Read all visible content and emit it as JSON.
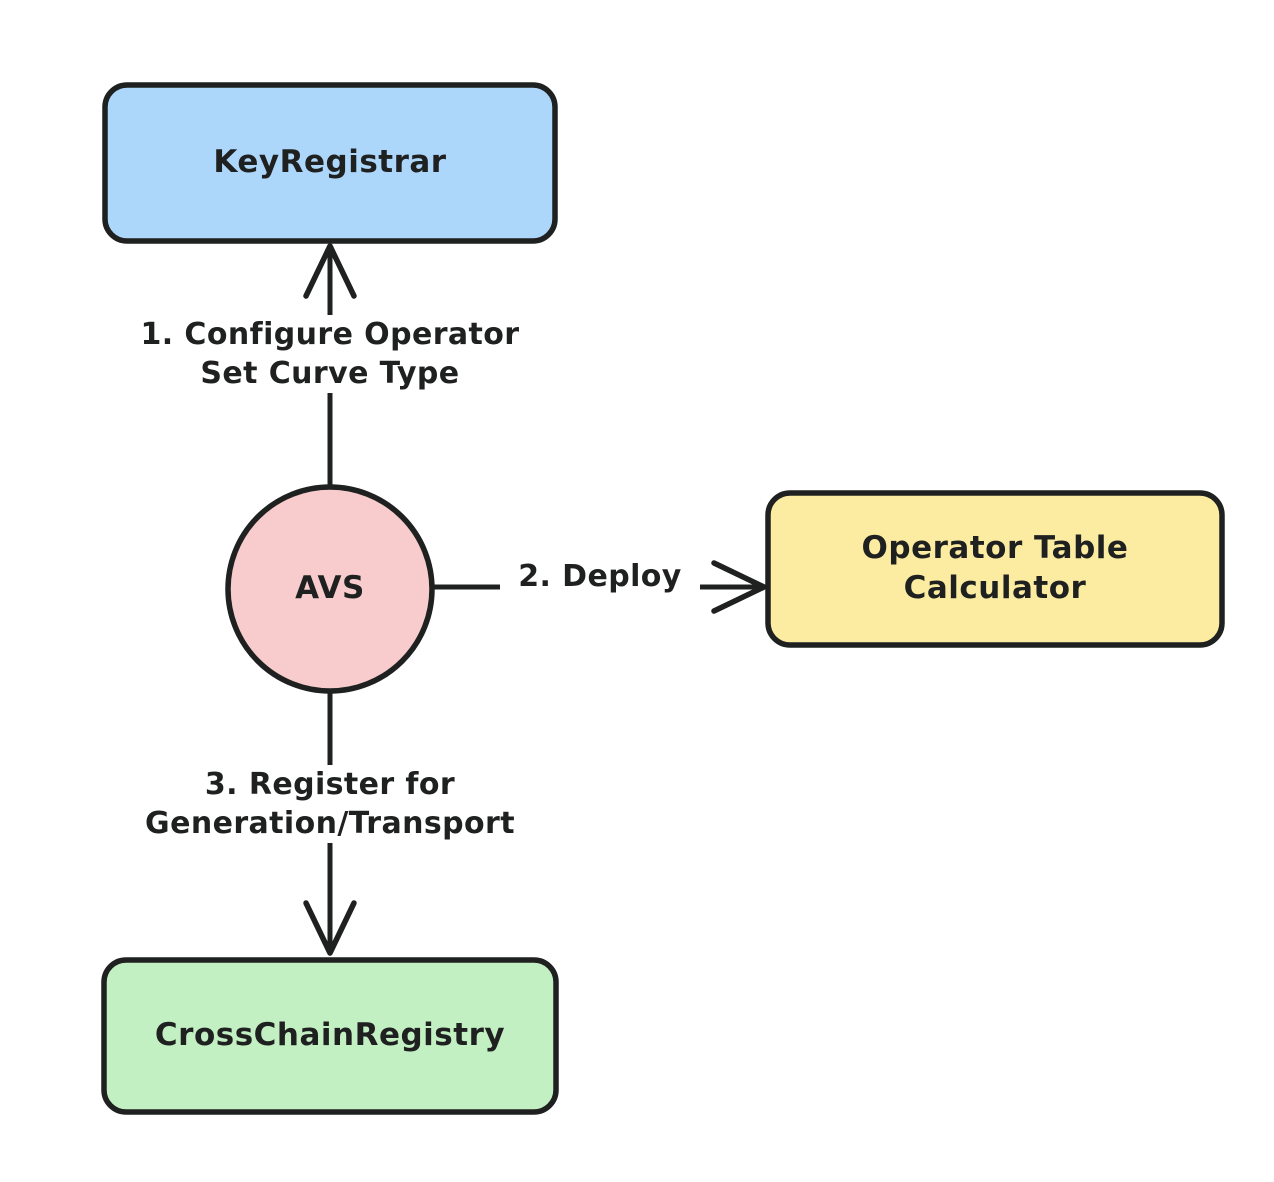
{
  "diagram": {
    "type": "flowchart",
    "title": "AVS registration flow",
    "background": "#ffffff",
    "stroke_color": "#1f2020",
    "nodes": [
      {
        "id": "keyregistrar",
        "label": "KeyRegistrar",
        "lines": [
          "KeyRegistrar"
        ],
        "shape": "rounded-rectangle",
        "fill": "#ADD6FB"
      },
      {
        "id": "avs",
        "label": "AVS",
        "lines": [
          "AVS"
        ],
        "shape": "circle",
        "fill": "#F8CCCC"
      },
      {
        "id": "operator_table_calculator",
        "label": "Operator Table Calculator",
        "lines": [
          "Operator Table",
          "Calculator"
        ],
        "shape": "rounded-rectangle",
        "fill": "#FBECA1"
      },
      {
        "id": "crosschainregistry",
        "label": "CrossChainRegistry",
        "lines": [
          "CrossChainRegistry"
        ],
        "shape": "rounded-rectangle",
        "fill": "#C3F0C3"
      }
    ],
    "edges": [
      {
        "id": "edge-1",
        "from": "avs",
        "to": "keyregistrar",
        "label": "1. Configure Operator Set Curve Type",
        "lines": [
          "1. Configure Operator",
          "Set Curve Type"
        ],
        "direction": "up",
        "arrowhead": "open"
      },
      {
        "id": "edge-2",
        "from": "avs",
        "to": "operator_table_calculator",
        "label": "2. Deploy",
        "lines": [
          "2. Deploy"
        ],
        "direction": "right",
        "arrowhead": "open"
      },
      {
        "id": "edge-3",
        "from": "avs",
        "to": "crosschainregistry",
        "label": "3. Register for Generation/Transport",
        "lines": [
          "3. Register for",
          "Generation/Transport"
        ],
        "direction": "down",
        "arrowhead": "open"
      }
    ]
  }
}
